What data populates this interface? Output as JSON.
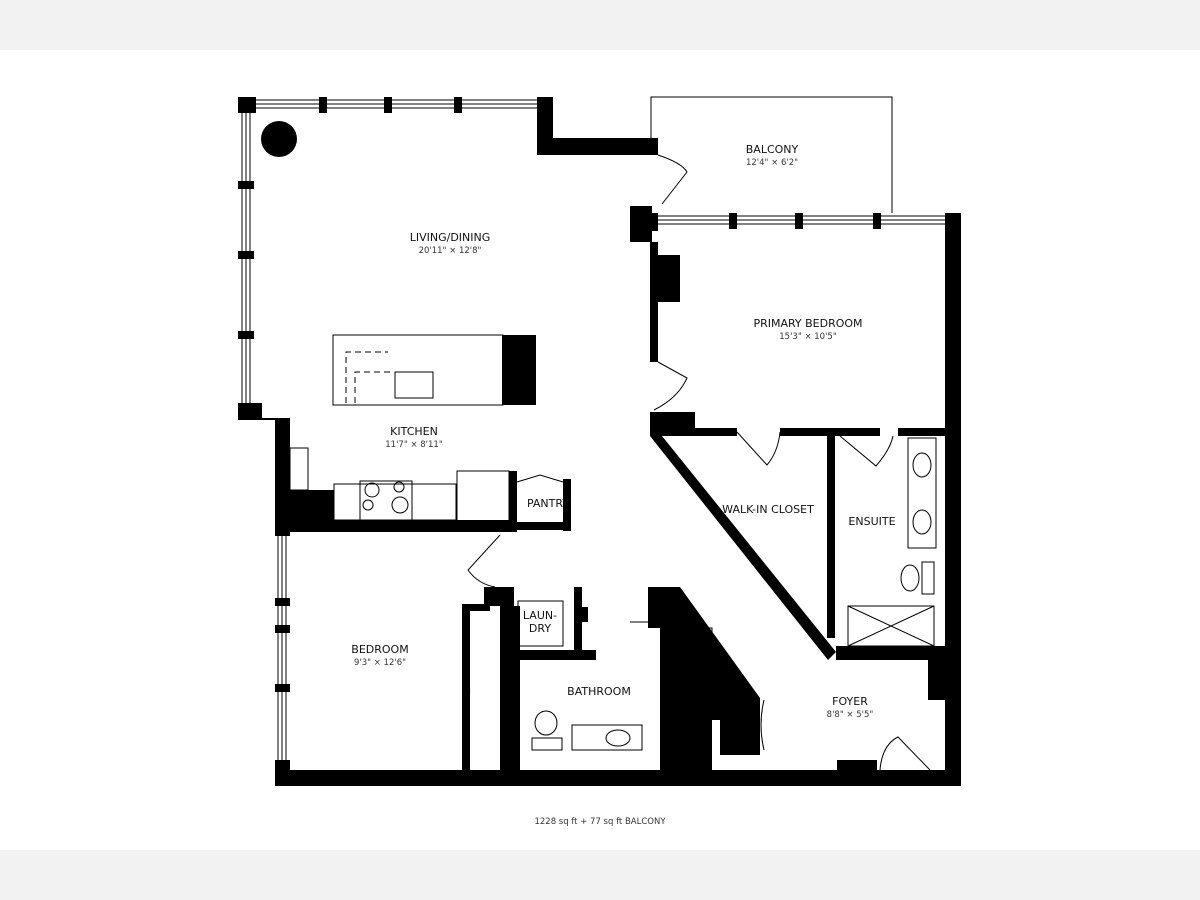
{
  "rooms": {
    "balcony": {
      "name": "BALCONY",
      "dims": "12'4\" × 6'2\""
    },
    "living_dining": {
      "name": "LIVING/DINING",
      "dims": "20'11\" × 12'8\""
    },
    "primary_bedroom": {
      "name": "PRIMARY BEDROOM",
      "dims": "15'3\" × 10'5\""
    },
    "kitchen": {
      "name": "KITCHEN",
      "dims": "11'7\" × 8'11\""
    },
    "pantry": {
      "name": "PANTRY"
    },
    "walk_in_closet": {
      "name": "WALK-IN CLOSET"
    },
    "ensuite": {
      "name": "ENSUITE"
    },
    "laundry": {
      "line1": "LAUN-",
      "line2": "DRY"
    },
    "bedroom": {
      "name": "BEDROOM",
      "dims": "9'3\" × 12'6\""
    },
    "bathroom": {
      "name": "BATHROOM"
    },
    "foyer": {
      "name": "FOYER",
      "dims": "8'8\" × 5'5\""
    }
  },
  "area_summary": "1228 sq ft + 77 sq ft BALCONY"
}
